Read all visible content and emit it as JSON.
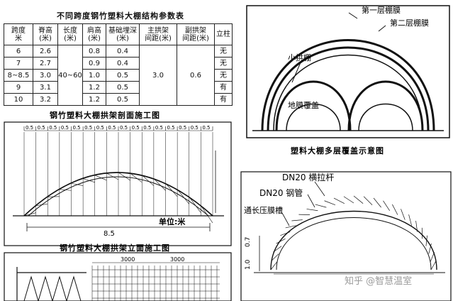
{
  "table": {
    "title": "不同跨度钢竹塑料大棚结构参数表",
    "headers": [
      "跨度\n米",
      "脊高\n(米)",
      "长度\n(米)",
      "肩高\n(米)",
      "基础埋深\n(米)",
      "主拱架\n间距(米)",
      "副拱架\n间距(米)",
      "立柱"
    ],
    "rows": [
      {
        "span": "6",
        "ridge": "2.6",
        "shoulder": "0.8",
        "depth": "0.4",
        "post": "无"
      },
      {
        "span": "7",
        "ridge": "2.7",
        "shoulder": "0.9",
        "depth": "0.4",
        "post": "无"
      },
      {
        "span": "8~8.5",
        "ridge": "3.0",
        "shoulder": "1.0",
        "depth": "0.5",
        "post": "无"
      },
      {
        "span": "9",
        "ridge": "3.1",
        "shoulder": "1.2",
        "depth": "0.5",
        "post": "有"
      },
      {
        "span": "10",
        "ridge": "3.2",
        "shoulder": "1.2",
        "depth": "0.5",
        "post": "有"
      }
    ],
    "length": "40~60",
    "main_spacing": "3.0",
    "sub_spacing": "0.6"
  },
  "multilayer": {
    "caption": "塑料大棚多层覆盖示意图",
    "label_first": "第一层棚膜",
    "label_second": "第二层棚膜",
    "label_small_arch": "小拱棚",
    "label_mulch": "地膜覆盖"
  },
  "section": {
    "title": "钢竹塑料大棚拱架剖面施工图",
    "top_dim": "0.5",
    "span_dim": "8.5",
    "unit": "单位:米"
  },
  "elevation": {
    "title": "钢竹塑料大棚拱架立面施工图",
    "dim1": "3000",
    "dim2": "3000"
  },
  "truss": {
    "label_pull_rod": "DN20 横拉杆",
    "label_steel_pipe": "DN20 钢管",
    "label_film_slot": "通长压膜槽",
    "dim_left": "1.0",
    "dim_right": "0.7",
    "watermark": "知乎 @智慧温室"
  }
}
